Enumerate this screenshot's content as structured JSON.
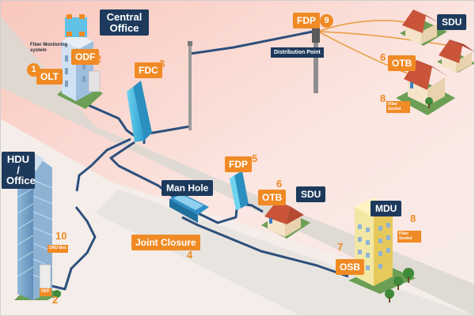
{
  "labels": {
    "central_office": "Central Office",
    "fiber_monitoring": "Fiber Monitoring system",
    "olt": "OLT",
    "odf": "ODF",
    "fdc": "FDC",
    "fdp_top": "FDP",
    "distribution_point": "Distribution Point",
    "sdu_top": "SDU",
    "otb_right": "OTB",
    "fiber_socket_right": "Fiber Socket",
    "fdp_mid": "FDP",
    "otb_mid": "OTB",
    "sdu_mid": "SDU",
    "man_hole": "Man Hole",
    "joint_closure": "Joint Closure",
    "hdu_office": "HDU / Office",
    "onu_box": "ONU Box",
    "odf_bottom": "ODF",
    "mdu": "MDU",
    "fiber_socket_mdu": "Fiber Socket",
    "osb": "OSB"
  },
  "numbers": {
    "olt": "1",
    "odf": "2",
    "fdc": "3",
    "joint_closure": "4",
    "fdp_mid": "5",
    "otb_mid": "6",
    "otb_right": "6",
    "osb": "7",
    "fiber_socket_mdu": "8",
    "fiber_socket_right": "8",
    "fdp_top": "9",
    "onu_box": "10",
    "odf_bottom": "2"
  },
  "colors": {
    "accent_orange": "#f08a24",
    "label_navy": "#1d3a5c",
    "fiber_cable": "#2c4f7c",
    "drop_cable": "#e89a3a",
    "road": "#dcd8d2",
    "background_pink": "#f7d6cf"
  }
}
